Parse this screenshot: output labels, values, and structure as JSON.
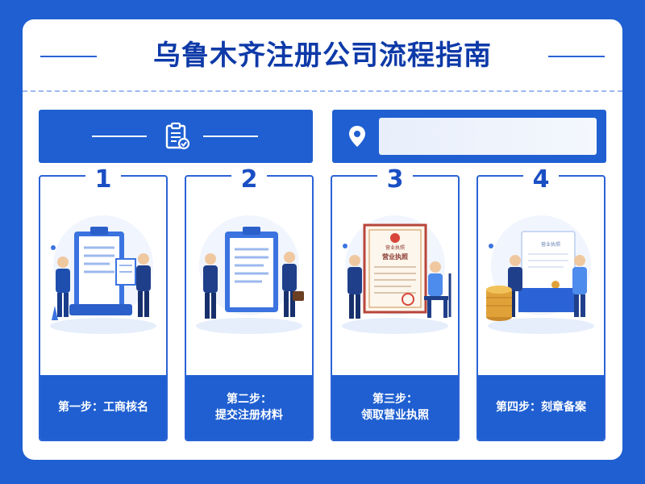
{
  "page": {
    "title": "乌鲁木齐注册公司流程指南"
  },
  "colors": {
    "primary_blue": "#1f5fd1",
    "title_blue": "#0e3aa8",
    "white": "#ffffff"
  },
  "headers": {
    "left_icon": "clipboard-icon",
    "right_icon": "location-pin-icon"
  },
  "steps": [
    {
      "number": "1",
      "label": "第一步：工商核名",
      "icon": "clipboard-people-illustration"
    },
    {
      "number": "2",
      "label": "第二步：\n提交注册材料",
      "icon": "document-submit-illustration"
    },
    {
      "number": "3",
      "label": "第三步：\n领取营业执照",
      "icon": "business-license-illustration"
    },
    {
      "number": "4",
      "label": "第四步：刻章备案",
      "icon": "seal-coins-illustration"
    }
  ],
  "license_text": {
    "top_small": "营业执照",
    "doc_title": "营业执照"
  }
}
